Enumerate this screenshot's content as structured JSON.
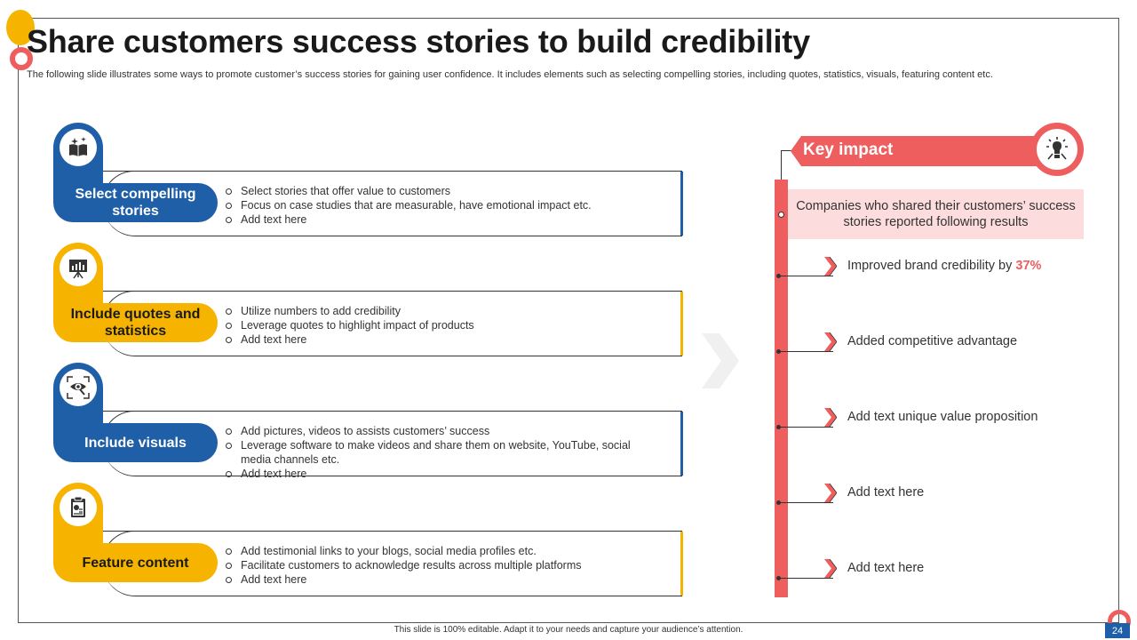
{
  "slide": {
    "title": "Share customers success stories to build credibility",
    "subtitle": "The following slide illustrates some ways to promote customer’s success stories for gaining user confidence. It includes elements such as selecting compelling stories, including quotes, statistics, visuals, featuring content etc.",
    "footer_note": "This slide is 100% editable.  Adapt it to your needs and capture your audience’s attention.",
    "page_number": "24"
  },
  "colors": {
    "blue": "#1f5fa8",
    "yellow": "#f6b400",
    "red": "#ef5e5e",
    "pink": "#fcdcdc"
  },
  "steps": [
    {
      "label": "Select compelling stories",
      "icon": "book-sparkle-icon",
      "color": "blue",
      "bullets": [
        "Select stories that offer value to customers",
        "Focus on case studies that are measurable,  have emotional impact etc.",
        "Add text here"
      ]
    },
    {
      "label": "Include quotes and statistics",
      "icon": "presentation-board-icon",
      "color": "yellow",
      "bullets": [
        "Utilize numbers to add credibility",
        "Leverage  quotes to highlight impact of products",
        "Add text here"
      ]
    },
    {
      "label": "Include visuals",
      "icon": "eye-scan-icon",
      "color": "blue",
      "bullets": [
        "Add pictures, videos to assists customers’ success",
        "Leverage  software to make videos and share them on website, YouTube,  social media channels etc.",
        "Add text here"
      ]
    },
    {
      "label": "Feature content",
      "icon": "clipboard-chart-icon",
      "color": "yellow",
      "bullets": [
        "Add testimonial links to your blogs, social media profiles  etc.",
        "Facilitate customers to acknowledge results across multiple platforms",
        "Add text here"
      ]
    }
  ],
  "key_impact": {
    "heading": "Key impact",
    "icon": "idea-bulb-icon",
    "summary": "Companies who shared their customers’ success stories reported following results",
    "results": [
      {
        "text": "Improved brand credibility by ",
        "highlight": "37%"
      },
      {
        "text": "Added competitive advantage",
        "highlight": ""
      },
      {
        "text": "Add text unique value proposition",
        "highlight": ""
      },
      {
        "text": "Add text here",
        "highlight": ""
      },
      {
        "text": "Add text here",
        "highlight": ""
      }
    ]
  }
}
